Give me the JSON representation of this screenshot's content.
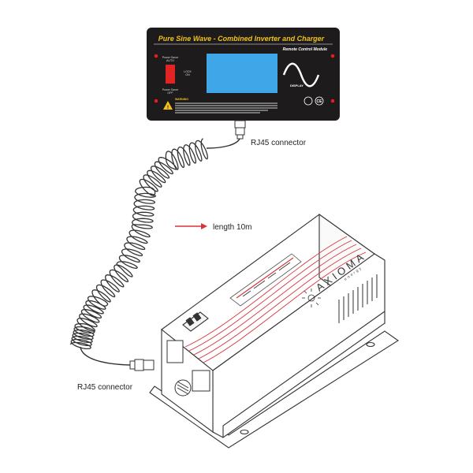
{
  "remote": {
    "title": "Pure Sine Wave - Combined Inverter and Charger",
    "subtitle": "Remote Control Module",
    "power_saver_label": "Power Saver\nAUTO",
    "power_saver_off_label": "Power Saver\nOFF",
    "lock_label": "LOCK\nON",
    "display_label": "DISPLAY",
    "warning_title": "WARNING",
    "colors": {
      "panel": "#1d1b1b",
      "title": "#f2c21a",
      "screen": "#3fa7e8",
      "switch": "#e02323",
      "led": "#e11d1d"
    }
  },
  "labels": {
    "rj45_top": "RJ45 connector",
    "rj45_bottom": "RJ45 connector",
    "length": "length 10m"
  },
  "inverter": {
    "brand": "AXIOMA",
    "brand_sub": "energy",
    "colors": {
      "stripe": "#d9343a",
      "arrow": "#d9343a"
    }
  },
  "icons": [
    "sine-wave-icon",
    "warning-icon",
    "ce-mark-icon",
    "led-icon",
    "arrow-right-icon"
  ]
}
